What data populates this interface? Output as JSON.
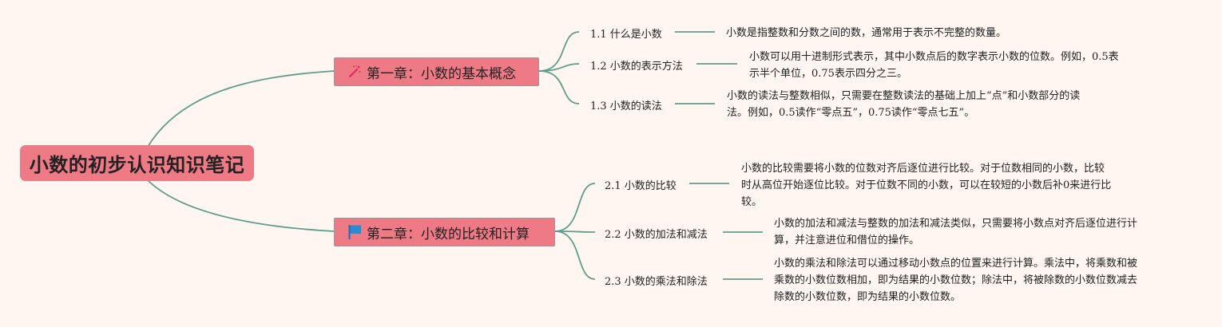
{
  "root": {
    "label": "小数的初步认识知识笔记"
  },
  "colors": {
    "background": "#fff5f1",
    "node_fill": "#ee7a86",
    "link": "#5f9e8b",
    "flag": "#2a8ad4",
    "wand": "#e0245e"
  },
  "chapters": [
    {
      "label": "第一章：小数的基本概念",
      "icon": "magic-wand-icon",
      "sections": [
        {
          "label": "1.1 什么是小数",
          "lines": [
            "小数是指整数和分数之间的数，通常用于表示不完整的数量。"
          ]
        },
        {
          "label": "1.2 小数的表示方法",
          "lines": [
            "小数可以用十进制形式表示，其中小数点后的数字表示小数的位数。例如，0.5表",
            "示半个单位，0.75表示四分之三。"
          ]
        },
        {
          "label": "1.3 小数的读法",
          "lines": [
            "小数的读法与整数相似，只需要在整数读法的基础上加上“点”和小数部分的读",
            "法。例如，0.5读作“零点五”，0.75读作“零点七五”。"
          ]
        }
      ]
    },
    {
      "label": "第二章：小数的比较和计算",
      "icon": "flag-icon",
      "sections": [
        {
          "label": "2.1 小数的比较",
          "lines": [
            "小数的比较需要将小数的位数对齐后逐位进行比较。对于位数相同的小数，比较",
            "时从高位开始逐位比较。对于位数不同的小数，可以在较短的小数后补0来进行比",
            "较。"
          ]
        },
        {
          "label": "2.2 小数的加法和减法",
          "lines": [
            "小数的加法和减法与整数的加法和减法类似，只需要将小数点对齐后逐位进行计",
            "算，并注意进位和借位的操作。"
          ]
        },
        {
          "label": "2.3 小数的乘法和除法",
          "lines": [
            "小数的乘法和除法可以通过移动小数点的位置来进行计算。乘法中，将乘数和被",
            "乘数的小数位数相加，即为结果的小数位数；除法中，将被除数的小数位数减去",
            "除数的小数位数，即为结果的小数位数。"
          ]
        }
      ]
    }
  ]
}
